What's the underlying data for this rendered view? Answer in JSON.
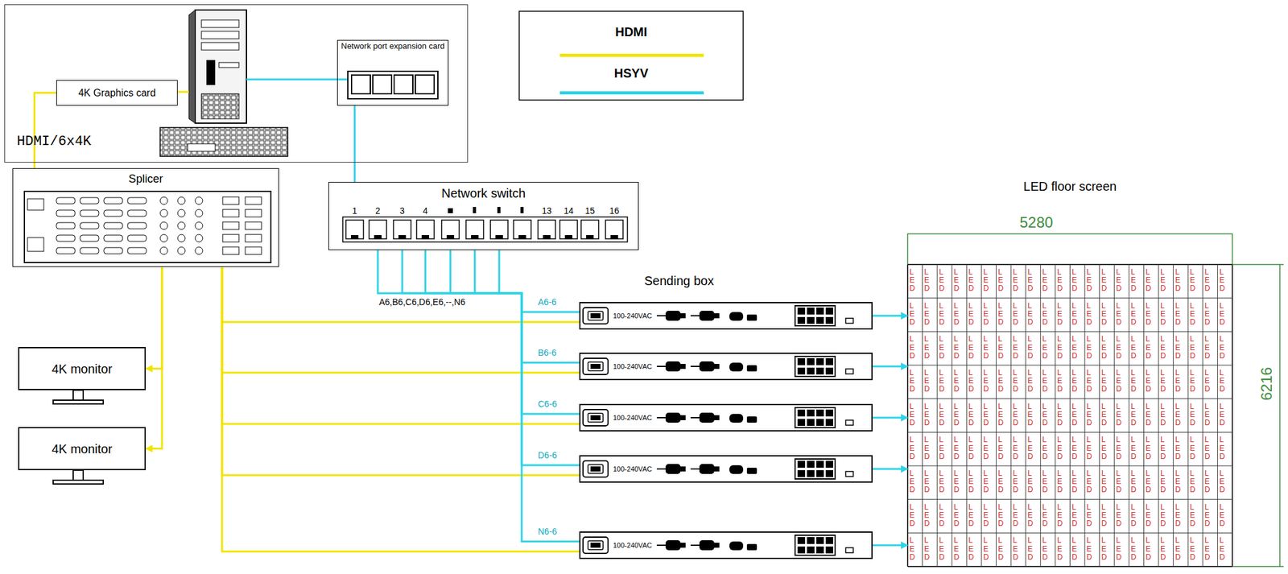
{
  "diagram": {
    "nodes": [
      {
        "text": [
          "HDMI/6x4K"
        ]
      },
      {
        "text": [
          "4K Graphics card"
        ],
        "in": 0
      },
      {
        "text": [
          "Network port expansion card"
        ],
        "in": 0
      },
      {
        "text": [
          "Splicer"
        ]
      },
      {
        "text": [
          "Network switch"
        ]
      },
      {
        "text": [
          "4K monitor"
        ]
      },
      {
        "text": [
          "4K monitor"
        ]
      },
      {
        "text": [
          "100-240VAC"
        ]
      },
      {
        "text": [
          "100-240VAC"
        ]
      },
      {
        "text": [
          "100-240VAC"
        ]
      },
      {
        "text": [
          "100-240VAC"
        ]
      },
      {
        "text": [
          "100-240VAC"
        ]
      },
      {
        "text": [
          "LED floor screen"
        ]
      }
    ],
    "edges": [
      {
        "from": 1,
        "to": 3,
        "arrow": "none"
      },
      {
        "from": 2,
        "to": 4,
        "arrow": "none"
      },
      {
        "from": 3,
        "to": 5,
        "arrow": "to"
      },
      {
        "from": 3,
        "to": 6,
        "arrow": "to"
      },
      {
        "from": 3,
        "to": 7,
        "arrow": "none"
      },
      {
        "from": 3,
        "to": 8,
        "arrow": "none"
      },
      {
        "from": 3,
        "to": 9,
        "arrow": "none"
      },
      {
        "from": 3,
        "to": 10,
        "arrow": "none"
      },
      {
        "from": 3,
        "to": 11,
        "arrow": "none"
      },
      {
        "from": 4,
        "to": 7,
        "arrow": "none",
        "label": "A6-6"
      },
      {
        "from": 4,
        "to": 8,
        "arrow": "none",
        "label": "B6-6"
      },
      {
        "from": 4,
        "to": 9,
        "arrow": "none",
        "label": "C6-6"
      },
      {
        "from": 4,
        "to": 10,
        "arrow": "none",
        "label": "D6-6"
      },
      {
        "from": 4,
        "to": 11,
        "arrow": "none",
        "label": "N6-6"
      },
      {
        "from": 7,
        "to": 12,
        "arrow": "to"
      },
      {
        "from": 8,
        "to": 12,
        "arrow": "to"
      },
      {
        "from": 9,
        "to": 12,
        "arrow": "to"
      },
      {
        "from": 10,
        "to": 12,
        "arrow": "to"
      },
      {
        "from": 11,
        "to": 12,
        "arrow": "to"
      }
    ],
    "labels": [
      "Sending box",
      "1",
      "2",
      "3",
      "4",
      "13",
      "14",
      "15",
      "16",
      "A6,B6,C6,D6,E6,--,N6",
      "5280",
      "6216",
      "LED",
      "LED",
      "LED",
      "LED",
      "LED",
      "LED",
      "LED",
      "LED",
      "LED",
      "LED",
      "LED",
      "LED",
      "LED",
      "LED",
      "LED",
      "LED",
      "LED",
      "LED",
      "LED",
      "LED",
      "LED",
      "LED",
      "LED",
      "LED",
      "LED",
      "LED",
      "LED",
      "LED",
      "LED",
      "LED",
      "LED",
      "LED",
      "LED",
      "LED",
      "LED",
      "LED",
      "LED",
      "LED",
      "LED",
      "LED",
      "LED",
      "LED",
      "LED",
      "LED",
      "LED",
      "LED",
      "LED",
      "LED",
      "LED",
      "LED",
      "LED",
      "LED",
      "LED",
      "LED",
      "LED",
      "LED",
      "LED",
      "LED",
      "LED",
      "LED",
      "LED",
      "LED",
      "LED",
      "LED",
      "LED",
      "LED",
      "LED",
      "LED",
      "LED",
      "LED",
      "LED",
      "LED",
      "LED",
      "LED",
      "LED",
      "LED",
      "LED",
      "LED",
      "LED",
      "LED",
      "LED",
      "LED",
      "LED",
      "LED",
      "LED",
      "LED",
      "LED",
      "LED",
      "LED",
      "LED",
      "LED",
      "LED",
      "LED",
      "LED",
      "LED",
      "LED",
      "LED",
      "LED",
      "LED",
      "LED",
      "LED",
      "LED",
      "LED",
      "LED",
      "LED",
      "LED",
      "LED",
      "LED",
      "LED",
      "LED",
      "LED",
      "LED",
      "LED",
      "LED",
      "LED",
      "LED",
      "LED",
      "LED",
      "LED",
      "LED",
      "LED",
      "LED",
      "LED",
      "LED",
      "LED",
      "LED",
      "LED",
      "LED",
      "LED",
      "LED",
      "LED",
      "LED",
      "LED",
      "LED",
      "LED",
      "LED",
      "LED",
      "LED",
      "LED",
      "LED",
      "LED",
      "LED",
      "LED",
      "LED",
      "LED",
      "LED",
      "LED",
      "LED",
      "LED",
      "LED",
      "LED",
      "LED",
      "LED",
      "LED",
      "LED",
      "LED",
      "LED",
      "LED",
      "LED",
      "LED",
      "LED",
      "LED",
      "LED",
      "LED",
      "LED",
      "LED",
      "LED",
      "LED",
      "LED",
      "LED",
      "LED",
      "LED",
      "LED",
      "LED",
      "LED",
      "LED",
      "LED",
      "LED",
      "LED",
      "LED",
      "LED",
      "LED",
      "LED",
      "LED",
      "LED",
      "LED",
      "LED",
      "LED",
      "LED",
      "LED",
      "LED",
      "LED",
      "LED",
      "LED",
      "LED",
      "LED",
      "LED",
      "LED"
    ],
    "legend": [
      {
        "text": "HDMI",
        "color": "#f2e400"
      },
      {
        "text": "HSYV",
        "color": "#2fd3e6"
      }
    ]
  }
}
